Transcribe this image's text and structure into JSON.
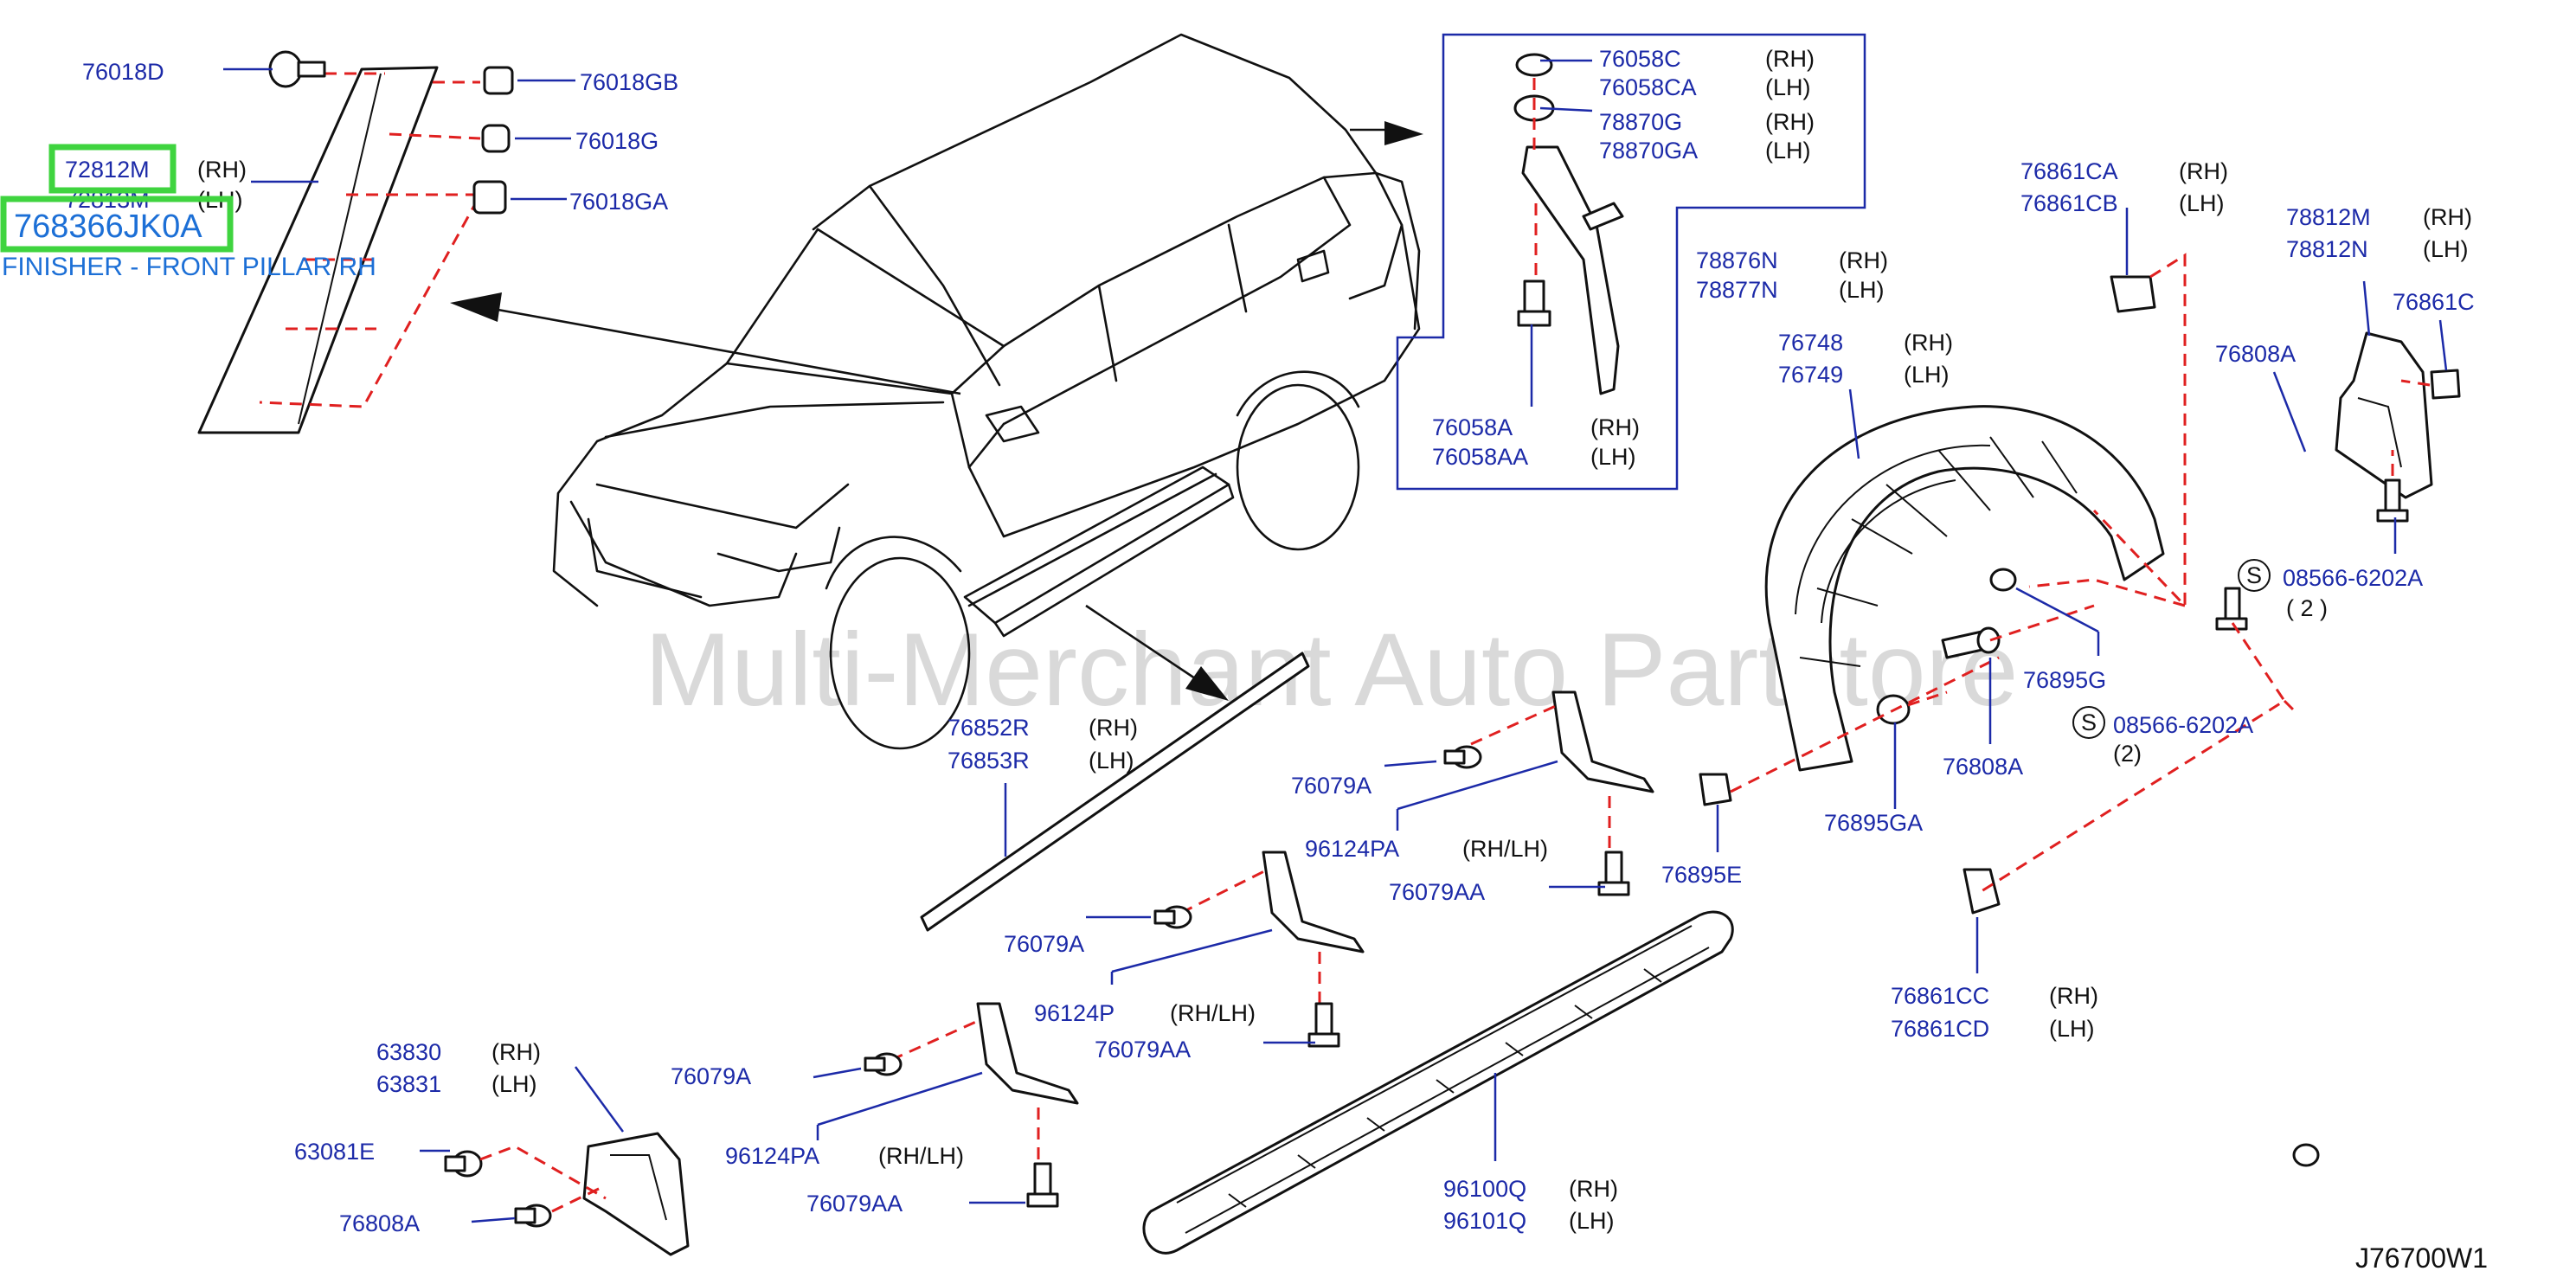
{
  "drawing_code": "J76700W1",
  "watermark": "Multi-Merchant Auto Partstore",
  "highlight": {
    "part_number": "768366JK0A",
    "description": "FINISHER - FRONT PILLAR RH",
    "box_color": "#3fd43f",
    "text_color": "#1c6fd6"
  },
  "colors": {
    "label": "#1c2aa8",
    "dash": "#e02020",
    "line": "#111111"
  },
  "callouts": {
    "c01": {
      "num": "76018D",
      "side": ""
    },
    "c02": {
      "num": "76018GB",
      "side": ""
    },
    "c03": {
      "num": "76018G",
      "side": ""
    },
    "c04": {
      "num": "76018GA",
      "side": ""
    },
    "c05": {
      "num": "72812M",
      "side": "(RH)"
    },
    "c06": {
      "num": "72813M",
      "side": "(LH)"
    },
    "c07": {
      "num": "76058C",
      "side": "(RH)"
    },
    "c08": {
      "num": "76058CA",
      "side": "(LH)"
    },
    "c09": {
      "num": "78870G",
      "side": "(RH)"
    },
    "c10": {
      "num": "78870GA",
      "side": "(LH)"
    },
    "c11": {
      "num": "78876N",
      "side": "(RH)"
    },
    "c12": {
      "num": "78877N",
      "side": "(LH)"
    },
    "c13": {
      "num": "76058A",
      "side": "(RH)"
    },
    "c14": {
      "num": "76058AA",
      "side": "(LH)"
    },
    "c15": {
      "num": "76861CA",
      "side": "(RH)"
    },
    "c16": {
      "num": "76861CB",
      "side": "(LH)"
    },
    "c17": {
      "num": "78812M",
      "side": "(RH)"
    },
    "c18": {
      "num": "78812N",
      "side": "(LH)"
    },
    "c19": {
      "num": "76861C",
      "side": ""
    },
    "c20": {
      "num": "76748",
      "side": "(RH)"
    },
    "c21": {
      "num": "76749",
      "side": "(LH)"
    },
    "c22": {
      "num": "76808A",
      "side": ""
    },
    "c23": {
      "num": "08566-6202A",
      "side": "( 2 )"
    },
    "c24": {
      "num": "76895G",
      "side": ""
    },
    "c25": {
      "num": "08566-6202A",
      "side": "(2)"
    },
    "c26": {
      "num": "76808A",
      "side": ""
    },
    "c27": {
      "num": "76895GA",
      "side": ""
    },
    "c28": {
      "num": "76895E",
      "side": ""
    },
    "c29": {
      "num": "76852R",
      "side": "(RH)"
    },
    "c30": {
      "num": "76853R",
      "side": "(LH)"
    },
    "c31": {
      "num": "76079A",
      "side": ""
    },
    "c32": {
      "num": "96124PA",
      "side": "(RH/LH)"
    },
    "c33": {
      "num": "76079AA",
      "side": ""
    },
    "c34": {
      "num": "76079A",
      "side": ""
    },
    "c35": {
      "num": "96124P",
      "side": "(RH/LH)"
    },
    "c36": {
      "num": "76079AA",
      "side": ""
    },
    "c37": {
      "num": "76861CC",
      "side": "(RH)"
    },
    "c38": {
      "num": "76861CD",
      "side": "(LH)"
    },
    "c39": {
      "num": "63830",
      "side": "(RH)"
    },
    "c40": {
      "num": "63831",
      "side": "(LH)"
    },
    "c41": {
      "num": "76079A",
      "side": ""
    },
    "c42": {
      "num": "63081E",
      "side": ""
    },
    "c43": {
      "num": "96124PA",
      "side": "(RH/LH)"
    },
    "c44": {
      "num": "76079AA",
      "side": ""
    },
    "c45": {
      "num": "76808A",
      "side": ""
    },
    "c46": {
      "num": "96100Q",
      "side": "(RH)"
    },
    "c47": {
      "num": "96101Q",
      "side": "(LH)"
    }
  },
  "screw_symbol": "S"
}
